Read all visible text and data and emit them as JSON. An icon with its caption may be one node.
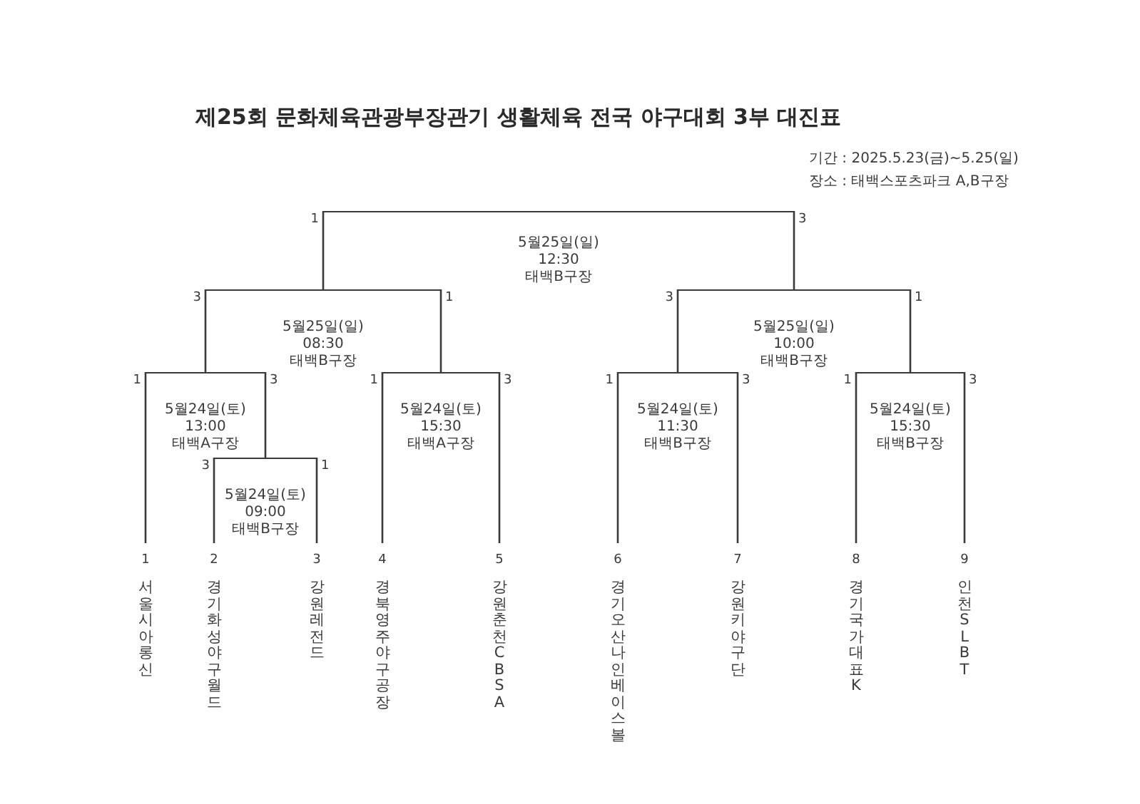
{
  "diagram": {
    "title": "제25회 문화체육관광부장관기 생활체육 전국 야구대회 3부 대진표",
    "nodes": [
      {
        "text": [
          "5월25일(일)",
          "12:30",
          "태백B구장"
        ]
      },
      {
        "text": [
          "5월25일(일)",
          "08:30",
          "태백B구장"
        ]
      },
      {
        "text": [
          "5월25일(일)",
          "10:00",
          "태백B구장"
        ]
      },
      {
        "text": [
          "5월24일(토)",
          "13:00",
          "태백A구장"
        ]
      },
      {
        "text": [
          "5월24일(토)",
          "15:30",
          "태백A구장"
        ]
      },
      {
        "text": [
          "5월24일(토)",
          "11:30",
          "태백B구장"
        ]
      },
      {
        "text": [
          "5월24일(토)",
          "15:30",
          "태백B구장"
        ]
      },
      {
        "text": [
          "5월24일(토)",
          "09:00",
          "태백B구장"
        ]
      },
      {
        "text": [
          "1",
          "서울시아롱신"
        ]
      },
      {
        "text": [
          "2",
          "경기화성야구월드"
        ]
      },
      {
        "text": [
          "3",
          "강원레전드"
        ]
      },
      {
        "text": [
          "4",
          "경북영주야구공장"
        ]
      },
      {
        "text": [
          "5",
          "강원춘천CBSA"
        ]
      },
      {
        "text": [
          "6",
          "경기오산나인베이스볼"
        ]
      },
      {
        "text": [
          "7",
          "강원키야구단"
        ]
      },
      {
        "text": [
          "8",
          "경기국가대표K"
        ]
      },
      {
        "text": [
          "9",
          "인천SLBT"
        ]
      }
    ],
    "edges": [
      {
        "from": 0,
        "to": 1,
        "arrow": "none",
        "label": "1"
      },
      {
        "from": 0,
        "to": 2,
        "arrow": "none",
        "label": "3"
      },
      {
        "from": 1,
        "to": 3,
        "arrow": "none",
        "label": "3"
      },
      {
        "from": 1,
        "to": 4,
        "arrow": "none",
        "label": "1"
      },
      {
        "from": 2,
        "to": 5,
        "arrow": "none",
        "label": "3"
      },
      {
        "from": 2,
        "to": 6,
        "arrow": "none",
        "label": "1"
      },
      {
        "from": 3,
        "to": 8,
        "arrow": "none",
        "label": "1"
      },
      {
        "from": 3,
        "to": 7,
        "arrow": "none",
        "label": "3"
      },
      {
        "from": 4,
        "to": 11,
        "arrow": "none",
        "label": "1"
      },
      {
        "from": 4,
        "to": 12,
        "arrow": "none",
        "label": "3"
      },
      {
        "from": 5,
        "to": 13,
        "arrow": "none",
        "label": "1"
      },
      {
        "from": 5,
        "to": 14,
        "arrow": "none",
        "label": "3"
      },
      {
        "from": 6,
        "to": 15,
        "arrow": "none",
        "label": "1"
      },
      {
        "from": 6,
        "to": 16,
        "arrow": "none",
        "label": "3"
      },
      {
        "from": 7,
        "to": 9,
        "arrow": "none",
        "label": "3"
      },
      {
        "from": 7,
        "to": 10,
        "arrow": "none",
        "label": "1"
      }
    ],
    "labels": [
      "기간 : 2025.5.23(금)~5.25(일)",
      "장소 : 태백스포츠파크 A,B구장"
    ]
  }
}
